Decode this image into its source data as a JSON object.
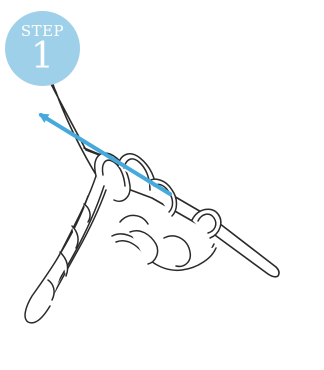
{
  "badge": {
    "label": "STEP",
    "number": "1",
    "color": "#9fd0ea"
  },
  "colors": {
    "yarn_outline": "#2a2a2a",
    "arrow": "#45a9dc",
    "hook": "#2a2a2a"
  },
  "icons": {
    "arrow": "insertion-arrow",
    "hook": "crochet-hook"
  }
}
